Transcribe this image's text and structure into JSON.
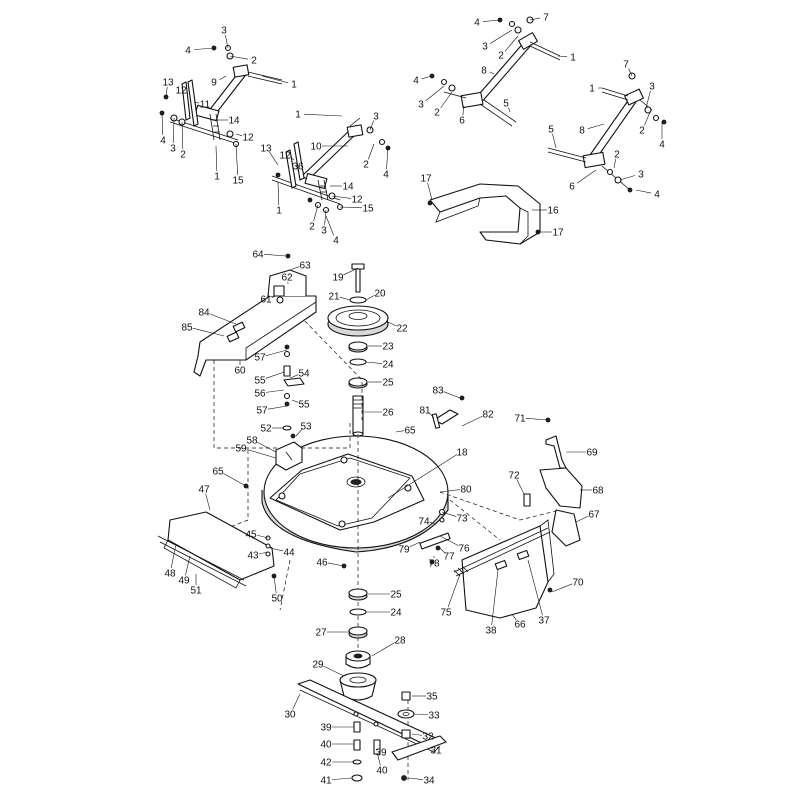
{
  "callouts": [
    {
      "id": "c1",
      "label": "3"
    },
    {
      "id": "c2",
      "label": "4"
    },
    {
      "id": "c3",
      "label": "2"
    },
    {
      "id": "c4",
      "label": "9"
    },
    {
      "id": "c5",
      "label": "1"
    },
    {
      "id": "c6",
      "label": "13"
    },
    {
      "id": "c7",
      "label": "12"
    },
    {
      "id": "c8",
      "label": "11"
    },
    {
      "id": "c9",
      "label": "14"
    },
    {
      "id": "c10",
      "label": "12"
    },
    {
      "id": "c11",
      "label": "4"
    },
    {
      "id": "c12",
      "label": "3"
    },
    {
      "id": "c13",
      "label": "2"
    },
    {
      "id": "c14",
      "label": "1"
    },
    {
      "id": "c15",
      "label": "15"
    },
    {
      "id": "c16",
      "label": "1"
    },
    {
      "id": "c17",
      "label": "3"
    },
    {
      "id": "c18",
      "label": "10"
    },
    {
      "id": "c19",
      "label": "2"
    },
    {
      "id": "c20",
      "label": "4"
    },
    {
      "id": "c21",
      "label": "13"
    },
    {
      "id": "c22",
      "label": "12"
    },
    {
      "id": "c23",
      "label": "36"
    },
    {
      "id": "c24",
      "label": "14"
    },
    {
      "id": "c25",
      "label": "12"
    },
    {
      "id": "c26",
      "label": "15"
    },
    {
      "id": "c27",
      "label": "1"
    },
    {
      "id": "c28",
      "label": "2"
    },
    {
      "id": "c29",
      "label": "3"
    },
    {
      "id": "c30",
      "label": "4"
    },
    {
      "id": "c31",
      "label": "4"
    },
    {
      "id": "c32",
      "label": "7"
    },
    {
      "id": "c33",
      "label": "3"
    },
    {
      "id": "c34",
      "label": "2"
    },
    {
      "id": "c35",
      "label": "1"
    },
    {
      "id": "c36",
      "label": "8"
    },
    {
      "id": "c37",
      "label": "4"
    },
    {
      "id": "c38",
      "label": "3"
    },
    {
      "id": "c39",
      "label": "2"
    },
    {
      "id": "c40",
      "label": "6"
    },
    {
      "id": "c41",
      "label": "5"
    },
    {
      "id": "c42",
      "label": "7"
    },
    {
      "id": "c43",
      "label": "1"
    },
    {
      "id": "c44",
      "label": "3"
    },
    {
      "id": "c45",
      "label": "8"
    },
    {
      "id": "c46",
      "label": "4"
    },
    {
      "id": "c47",
      "label": "2"
    },
    {
      "id": "c48",
      "label": "5"
    },
    {
      "id": "c49",
      "label": "2"
    },
    {
      "id": "c50",
      "label": "6"
    },
    {
      "id": "c51",
      "label": "3"
    },
    {
      "id": "c52",
      "label": "4"
    },
    {
      "id": "c53",
      "label": "17"
    },
    {
      "id": "c54",
      "label": "16"
    },
    {
      "id": "c55",
      "label": "17"
    },
    {
      "id": "c56",
      "label": "64"
    },
    {
      "id": "c57",
      "label": "63"
    },
    {
      "id": "c58",
      "label": "62"
    },
    {
      "id": "c59",
      "label": "61"
    },
    {
      "id": "c60",
      "label": "84"
    },
    {
      "id": "c61",
      "label": "85"
    },
    {
      "id": "c62",
      "label": "60"
    },
    {
      "id": "c63",
      "label": "57"
    },
    {
      "id": "c64",
      "label": "55"
    },
    {
      "id": "c65",
      "label": "54"
    },
    {
      "id": "c66",
      "label": "56"
    },
    {
      "id": "c67",
      "label": "55"
    },
    {
      "id": "c68",
      "label": "57"
    },
    {
      "id": "c69",
      "label": "52"
    },
    {
      "id": "c70",
      "label": "53"
    },
    {
      "id": "c71",
      "label": "58"
    },
    {
      "id": "c72",
      "label": "59"
    },
    {
      "id": "c73",
      "label": "19"
    },
    {
      "id": "c74",
      "label": "20"
    },
    {
      "id": "c75",
      "label": "21"
    },
    {
      "id": "c76",
      "label": "22"
    },
    {
      "id": "c77",
      "label": "23"
    },
    {
      "id": "c78",
      "label": "24"
    },
    {
      "id": "c79",
      "label": "25"
    },
    {
      "id": "c80",
      "label": "26"
    },
    {
      "id": "c81",
      "label": "65"
    },
    {
      "id": "c82",
      "label": "18"
    },
    {
      "id": "c83",
      "label": "80"
    },
    {
      "id": "c84",
      "label": "83"
    },
    {
      "id": "c85",
      "label": "81"
    },
    {
      "id": "c86",
      "label": "82"
    },
    {
      "id": "c87",
      "label": "71"
    },
    {
      "id": "c88",
      "label": "69"
    },
    {
      "id": "c89",
      "label": "68"
    },
    {
      "id": "c90",
      "label": "67"
    },
    {
      "id": "c91",
      "label": "72"
    },
    {
      "id": "c92",
      "label": "73"
    },
    {
      "id": "c93",
      "label": "74"
    },
    {
      "id": "c94",
      "label": "76"
    },
    {
      "id": "c95",
      "label": "79"
    },
    {
      "id": "c96",
      "label": "77"
    },
    {
      "id": "c97",
      "label": "78"
    },
    {
      "id": "c98",
      "label": "75"
    },
    {
      "id": "c99",
      "label": "38"
    },
    {
      "id": "c100",
      "label": "66"
    },
    {
      "id": "c101",
      "label": "37"
    },
    {
      "id": "c102",
      "label": "70"
    },
    {
      "id": "c103",
      "label": "65"
    },
    {
      "id": "c104",
      "label": "47"
    },
    {
      "id": "c105",
      "label": "45"
    },
    {
      "id": "c106",
      "label": "43"
    },
    {
      "id": "c107",
      "label": "44"
    },
    {
      "id": "c108",
      "label": "46"
    },
    {
      "id": "c109",
      "label": "48"
    },
    {
      "id": "c110",
      "label": "49"
    },
    {
      "id": "c111",
      "label": "51"
    },
    {
      "id": "c112",
      "label": "50"
    },
    {
      "id": "c113",
      "label": "25"
    },
    {
      "id": "c114",
      "label": "24"
    },
    {
      "id": "c115",
      "label": "27"
    },
    {
      "id": "c116",
      "label": "28"
    },
    {
      "id": "c117",
      "label": "29"
    },
    {
      "id": "c118",
      "label": "30"
    },
    {
      "id": "c119",
      "label": "35"
    },
    {
      "id": "c120",
      "label": "33"
    },
    {
      "id": "c121",
      "label": "32"
    },
    {
      "id": "c122",
      "label": "31"
    },
    {
      "id": "c123",
      "label": "34"
    },
    {
      "id": "c124",
      "label": "39"
    },
    {
      "id": "c125",
      "label": "40"
    },
    {
      "id": "c126",
      "label": "39"
    },
    {
      "id": "c127",
      "label": "40"
    },
    {
      "id": "c128",
      "label": "42"
    },
    {
      "id": "c129",
      "label": "41"
    }
  ]
}
